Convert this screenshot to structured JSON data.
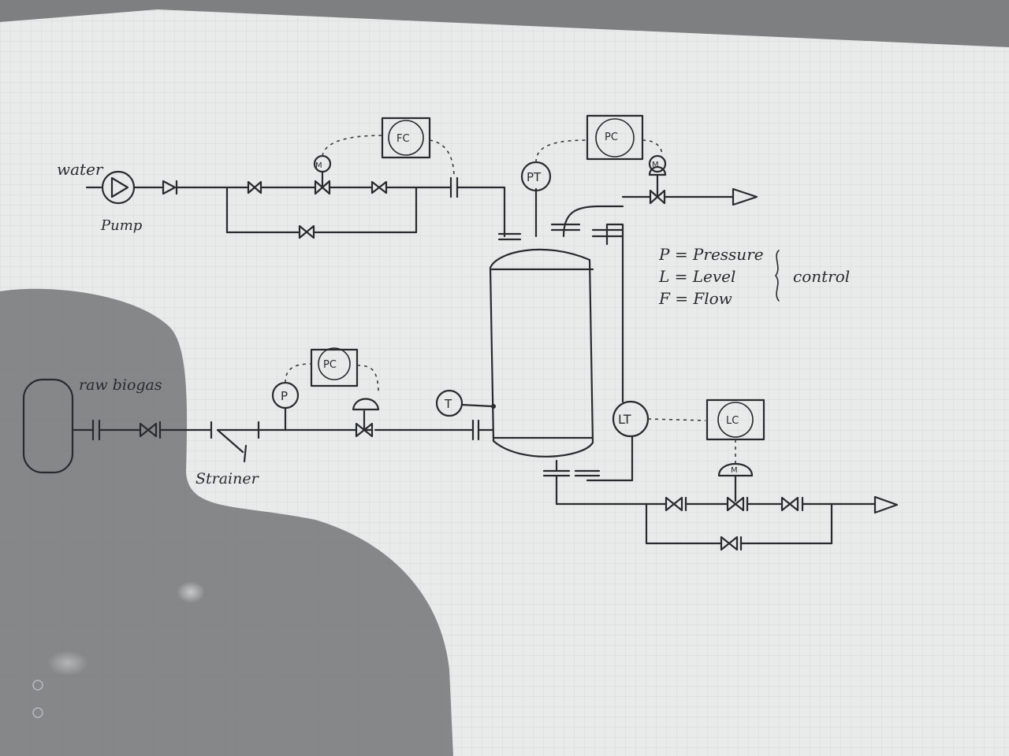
{
  "labels": {
    "water": "water",
    "pump": "Pump",
    "raw_biogas": "raw biogas",
    "strainer": "Strainer"
  },
  "legend": {
    "p": "P = Pressure",
    "l": "L = Level",
    "f": "F = Flow",
    "control": "control"
  },
  "instruments": {
    "fc_top": "FC",
    "pc_top": "PC",
    "pt": "PT",
    "m_water": "M",
    "m_gas": "M",
    "pc_mid": "PC",
    "p": "P",
    "t": "T",
    "lt": "LT",
    "lc": "LC",
    "m_liquid": "M"
  },
  "colors": {
    "paper": "#e9eaea",
    "ink": "#2a2a2e",
    "grid": "#cfd3d6"
  }
}
